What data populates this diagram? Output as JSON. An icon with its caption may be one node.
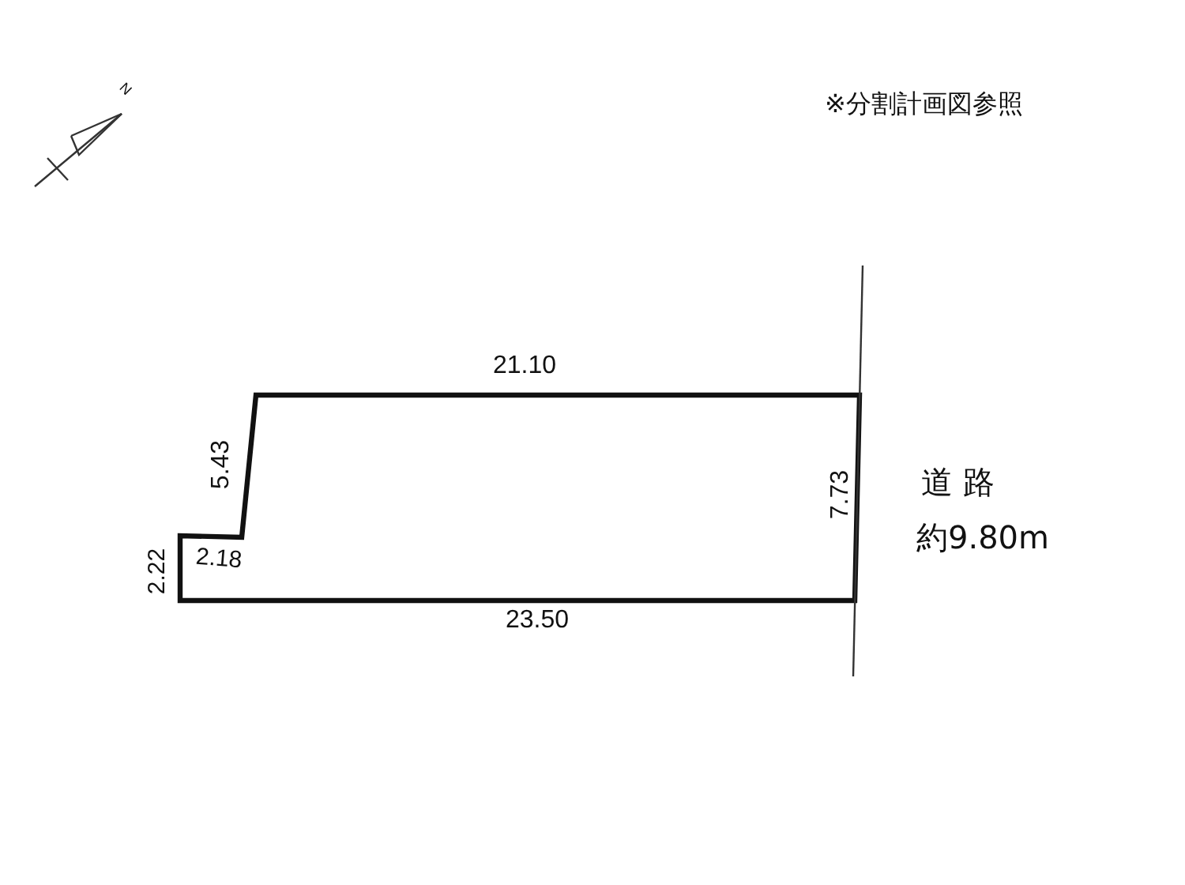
{
  "diagram": {
    "labels": [
      "N",
      "※分割計画図参照",
      "21.10",
      "5.43",
      "7.73",
      "道 路",
      "約9.80m",
      "2.22",
      "2.18",
      "23.50"
    ]
  }
}
